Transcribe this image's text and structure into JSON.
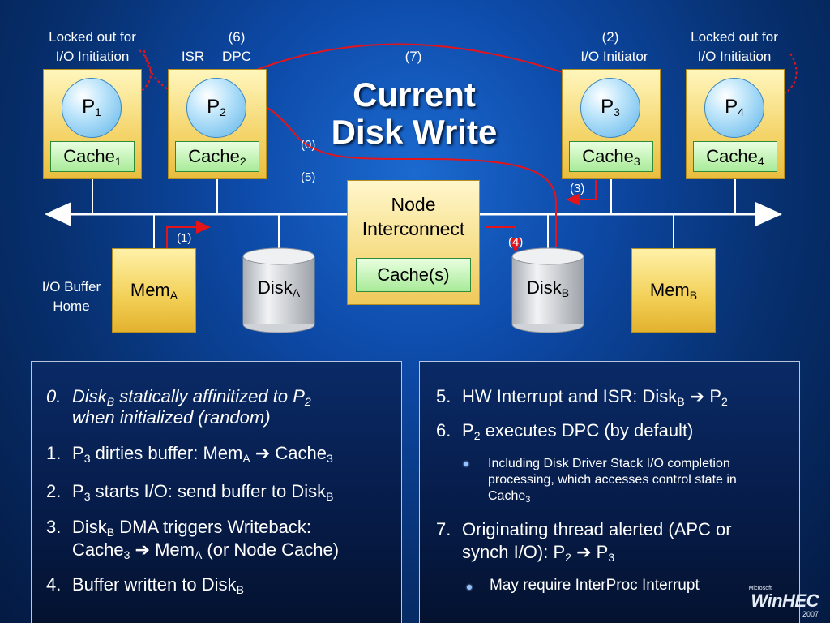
{
  "title": {
    "line1": "Current",
    "line2": "Disk Write"
  },
  "top_labels": {
    "left": {
      "line1": "Locked out for",
      "line2": "I/O Initiation"
    },
    "step6": "(6)",
    "isr": "ISR",
    "dpc": "DPC",
    "step7": "(7)",
    "step2": "(2)",
    "initiator": "I/O Initiator",
    "right": {
      "line1": "Locked out for",
      "line2": "I/O Initiation"
    }
  },
  "processors": [
    {
      "name": "P",
      "sub": "1",
      "cache": "Cache",
      "cache_sub": "1"
    },
    {
      "name": "P",
      "sub": "2",
      "cache": "Cache",
      "cache_sub": "2"
    },
    {
      "name": "P",
      "sub": "3",
      "cache": "Cache",
      "cache_sub": "3"
    },
    {
      "name": "P",
      "sub": "4",
      "cache": "Cache",
      "cache_sub": "4"
    }
  ],
  "node": {
    "line1": "Node",
    "line2": "Interconnect",
    "cache": "Cache(s)"
  },
  "memories": [
    {
      "name": "Mem",
      "sub": "A"
    },
    {
      "name": "Mem",
      "sub": "B"
    }
  ],
  "disks": [
    {
      "name": "Disk",
      "sub": "A"
    },
    {
      "name": "Disk",
      "sub": "B"
    }
  ],
  "io_buffer": {
    "line1": "I/O Buffer",
    "line2": "Home"
  },
  "step_labels": {
    "s0": "(0)",
    "s5": "(5)",
    "s1": "(1)",
    "s3": "(3)",
    "s4": "(4)"
  },
  "left_panel": {
    "i0": {
      "num": "0.",
      "a": "Disk",
      "a_sub": "B",
      "b": " statically affinitized to P",
      "b_sub": "2",
      "line2": "when initialized (random)"
    },
    "i1": {
      "num": "1.",
      "a": "P",
      "a_sub": "3",
      "b": " dirties buffer: Mem",
      "b_sub": "A",
      "arrow": " ➔ ",
      "c": "Cache",
      "c_sub": "3"
    },
    "i2": {
      "num": "2.",
      "a": "P",
      "a_sub": "3",
      "b": " starts I/O: send buffer to Disk",
      "b_sub": "B"
    },
    "i3": {
      "num": "3.",
      "a": "Disk",
      "a_sub": "B",
      "b": " DMA triggers Writeback:",
      "c": "Cache",
      "c_sub": "3",
      "arrow": " ➔ ",
      "d": "Mem",
      "d_sub": "A",
      "e": " (or Node Cache)"
    },
    "i4": {
      "num": "4.",
      "a": "Buffer written to Disk",
      "a_sub": "B"
    }
  },
  "right_panel": {
    "i5": {
      "num": "5.",
      "a": "HW Interrupt and ISR: Disk",
      "a_sub": "B",
      "arrow": " ➔ ",
      "b": "P",
      "b_sub": "2"
    },
    "i6": {
      "num": "6.",
      "a": "P",
      "a_sub": "2",
      "b": " executes DPC (by default)"
    },
    "sub6": {
      "line1": "Including Disk Driver Stack I/O completion",
      "line2": "processing, which accesses control state in",
      "line3": "Cache",
      "line3_sub": "3"
    },
    "i7": {
      "num": "7.",
      "line1": "Originating thread alerted (APC or",
      "a": "synch I/O):  P",
      "a_sub": "2",
      "arrow": " ➔ ",
      "b": "P",
      "b_sub": "3"
    },
    "sub7": "May require InterProc Interrupt"
  },
  "logo": {
    "small": "Microsoft",
    "name": "WinHEC",
    "year": "2007"
  },
  "colors": {
    "arrow": "#e5141b",
    "dotted_arrow": "#e5141b",
    "bus": "#ffffff",
    "panel_border": "#b9c6dc"
  }
}
